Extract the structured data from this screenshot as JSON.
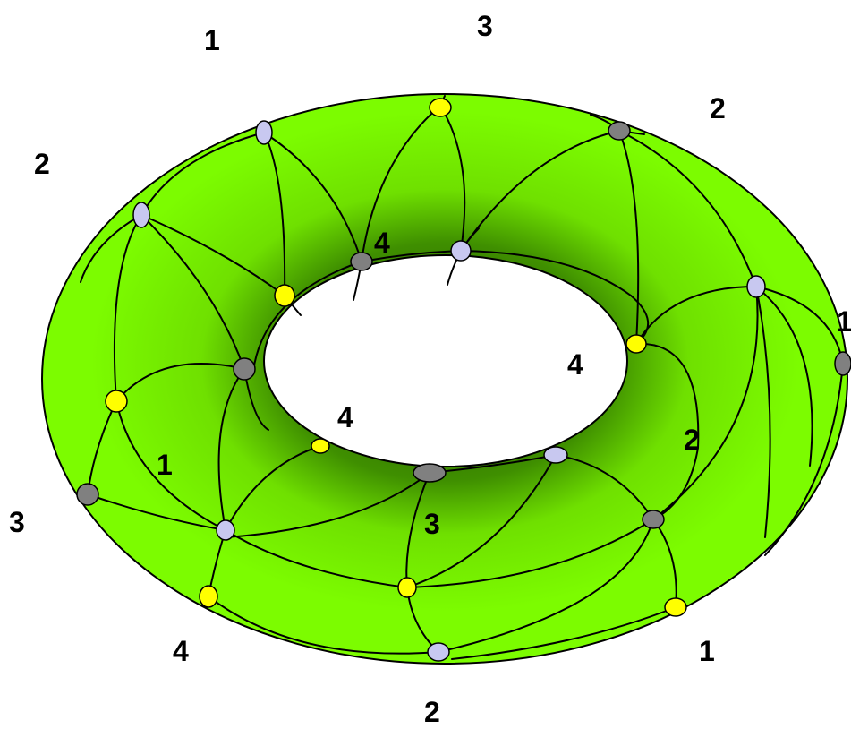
{
  "colors": {
    "torus_surface": "#7cfc00",
    "torus_shadow": "#2f6f00",
    "hole": "#ffffff",
    "vertex_yellow": "#ffff00",
    "vertex_gray": "#808080",
    "vertex_lavender": "#c8c8f0",
    "edge": "#000000"
  },
  "labels": {
    "outer_top_left": "1",
    "outer_top": "3",
    "outer_top_right": "2",
    "outer_left_upper": "2",
    "outer_right": "1",
    "outer_left_lower": "3",
    "outer_bottom_left": "4",
    "outer_bottom_right": "1",
    "outer_bottom": "2",
    "inner_top": "4",
    "inner_right": "4",
    "inner_left": "4",
    "surface_left": "1",
    "surface_right": "2",
    "surface_bottom": "3"
  },
  "vertex_colors": [
    "yellow",
    "gray",
    "lavender"
  ]
}
